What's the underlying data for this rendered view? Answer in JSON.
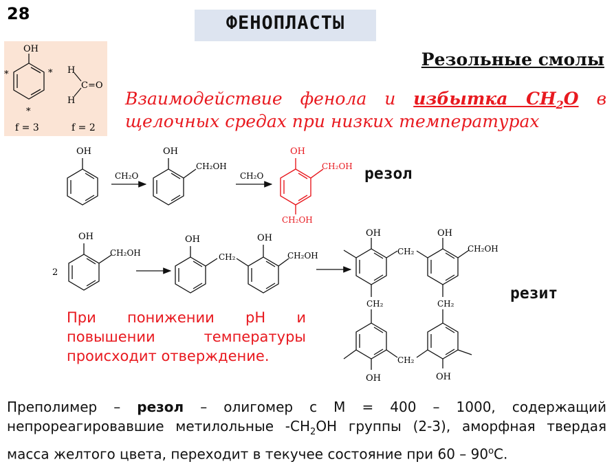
{
  "slide_number": "28",
  "title": "ФЕНОПЛАСТЫ",
  "subtitle": "Резольные смолы",
  "description": {
    "part1": "Взаимодействие фенола и ",
    "highlight": "избытка CH",
    "highlight_sub": "2",
    "highlight_end": "O",
    "part2": " в",
    "line2": "щелочных средах при низких температурах"
  },
  "monomers": {
    "phenol_oh": "OH",
    "phenol_f": "f = 3",
    "formaldehyde_h_top": "H",
    "formaldehyde_c": "C=O",
    "formaldehyde_h_bottom": "H",
    "formaldehyde_f": "f = 2",
    "active_site_mark": "*"
  },
  "reaction1": {
    "oh": "OH",
    "reagent": "CH₂O",
    "ch2oh": "CH₂OH",
    "product_label": "резол"
  },
  "reaction2": {
    "coefficient": "2",
    "oh": "OH",
    "ch2oh": "CH₂OH",
    "ch2": "CH₂",
    "product_label": "резит"
  },
  "cure_text": {
    "line1": "При понижении pH и",
    "line2": "повышении температуры",
    "line3": "происходит отверждение."
  },
  "footer": {
    "part1": "Преполимер – ",
    "bold": "резол",
    "part2": " – олигомер с М = 400 – 1000, содержащий непрореагировавшие метилольные -CH",
    "sub": "2",
    "part3": "OH группы (2-3), аморфная твердая масса желтого цвета, переходит в текучее состояние при 60 – 90",
    "sup": "o",
    "part4": "С."
  },
  "colors": {
    "accent_red": "#e8191f",
    "title_bg": "#dde4f0",
    "monomer_bg": "#fbe4d5"
  }
}
